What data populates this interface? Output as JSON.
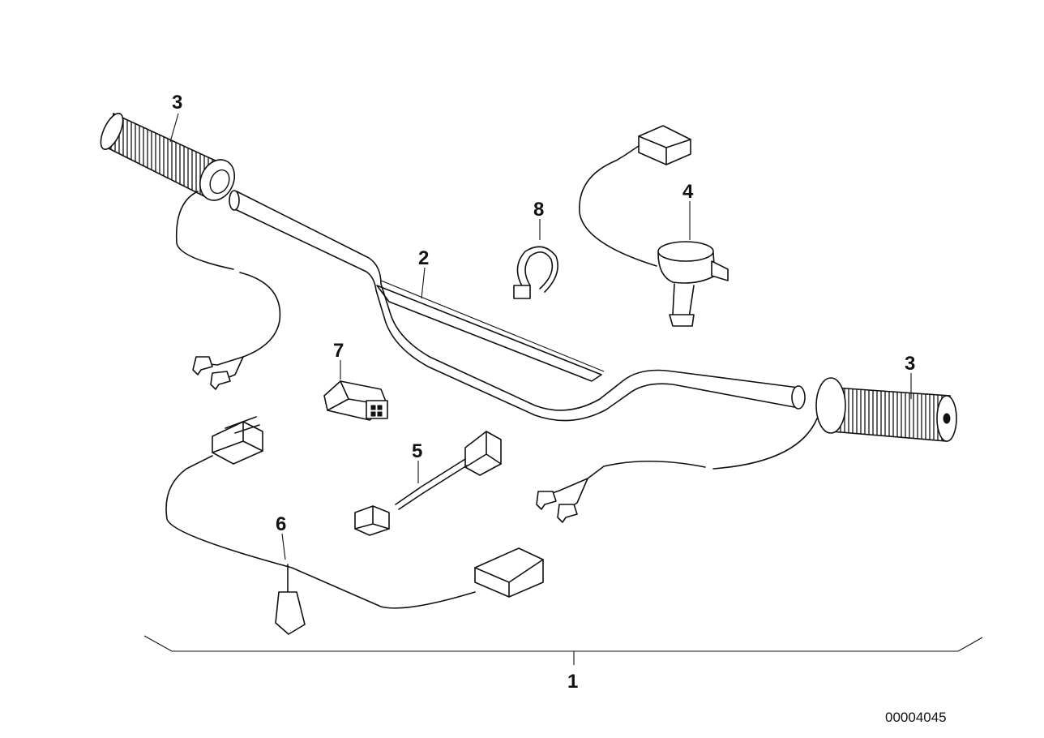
{
  "callouts": {
    "c1": "1",
    "c2": "2",
    "c3_left": "3",
    "c3_right": "3",
    "c4": "4",
    "c5": "5",
    "c6": "6",
    "c7": "7",
    "c8": "8"
  },
  "reference_number": "00004045"
}
